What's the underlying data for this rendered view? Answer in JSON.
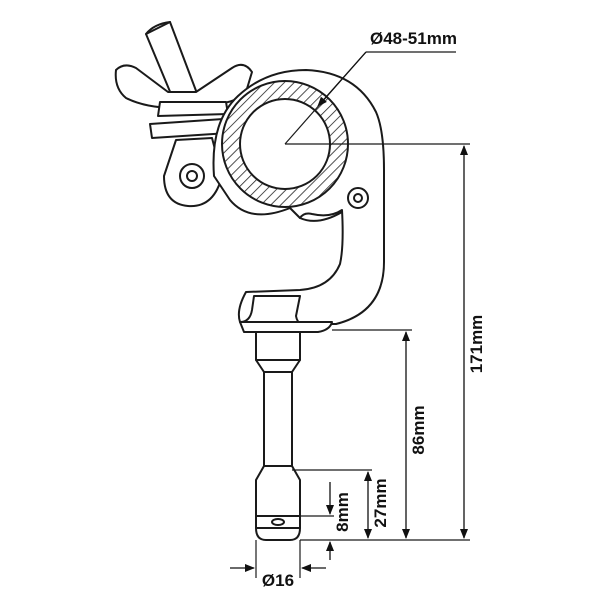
{
  "labels": {
    "pipe_diameter": "Ø48-51mm",
    "total_height": "171mm",
    "spigot_height": "86mm",
    "groove_height": "27mm",
    "groove_width": "8mm",
    "spigot_diameter": "Ø16"
  },
  "colors": {
    "line": "#1a1a1a",
    "hatch": "#222222",
    "background": "#ffffff"
  }
}
